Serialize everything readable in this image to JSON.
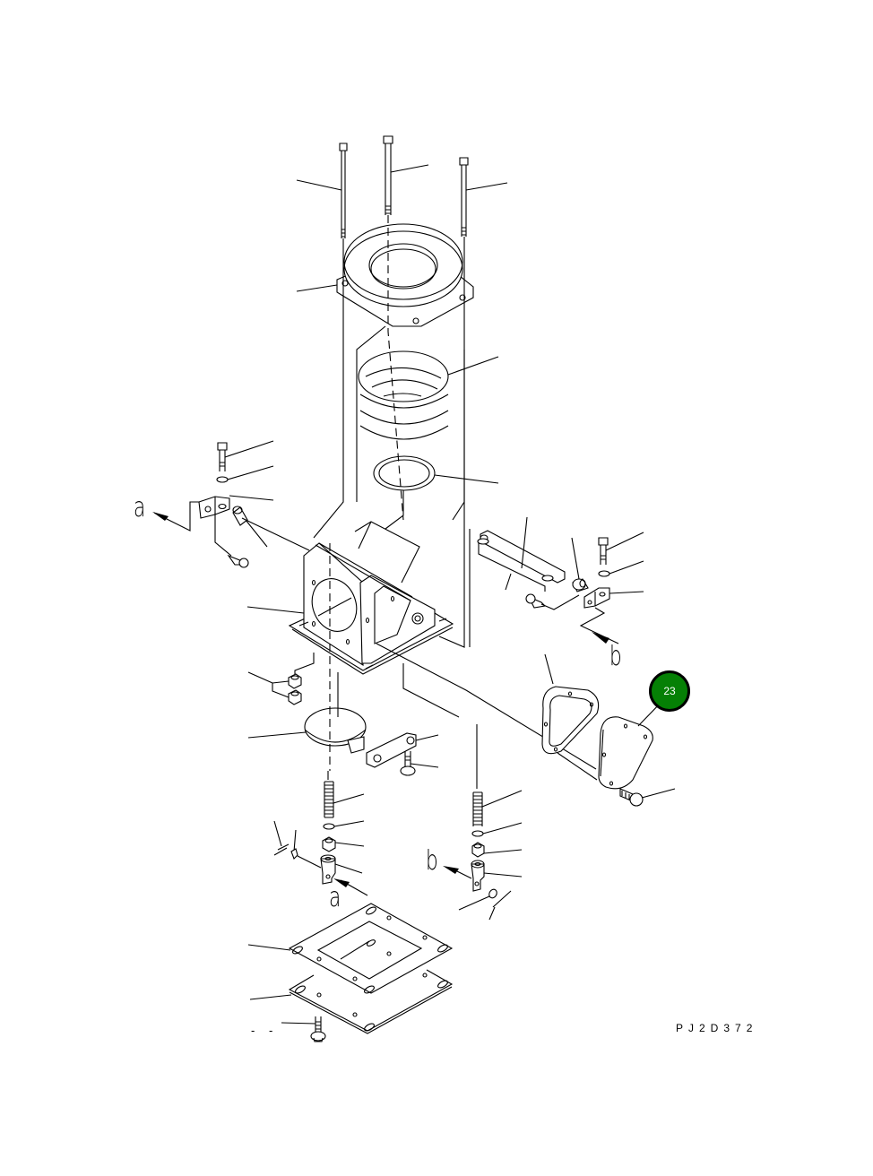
{
  "diagram": {
    "title": "Exploded parts diagram",
    "drawing_number": "PJ2D372",
    "dash_marks": "- -",
    "callouts": [
      {
        "number": "23",
        "color": "#058005",
        "target": "cover-plate"
      }
    ],
    "view_labels": {
      "a_left": "a",
      "b_right": "b",
      "b_lower": "b",
      "a_lower": "a"
    },
    "components": [
      "long-bolt",
      "long-bolt",
      "long-bolt",
      "flange-adapter",
      "bellows",
      "o-ring",
      "bolt",
      "lock-washer",
      "clevis-bracket",
      "bushing",
      "pin",
      "bracket-housing",
      "nut",
      "nut",
      "disc-valve",
      "link-plate",
      "flange-bolt",
      "spring",
      "washer",
      "nut",
      "clevis",
      "cotter-pin",
      "shaft",
      "gasket",
      "cover-plate",
      "flange-bolt",
      "mounting-plate",
      "base-plate",
      "flange-bolt"
    ]
  }
}
